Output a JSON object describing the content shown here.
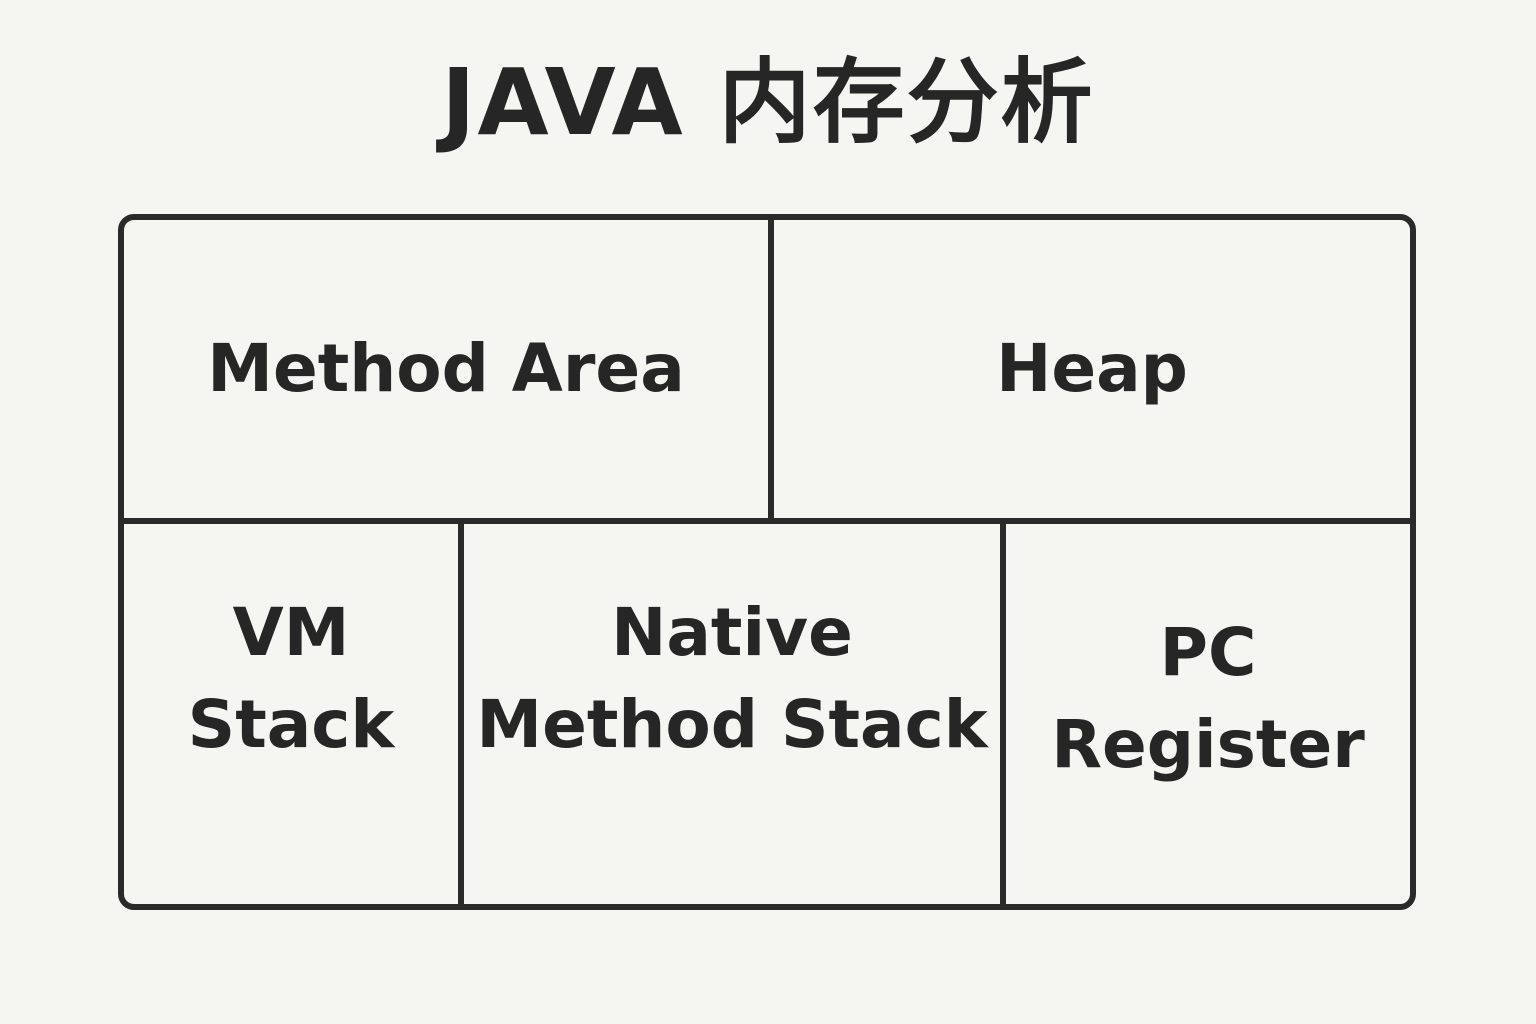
{
  "title": "JAVA 内存分析",
  "regions": {
    "method_area": "Method Area",
    "heap": "Heap",
    "vm_stack": [
      "VM",
      "Stack"
    ],
    "native_method_stack": [
      "Native",
      "Method Stack"
    ],
    "pc_register": [
      "PC",
      "Register"
    ]
  },
  "colors": {
    "background": "#f5f5f2",
    "line": "#2a2a2a",
    "text": "#262626"
  }
}
